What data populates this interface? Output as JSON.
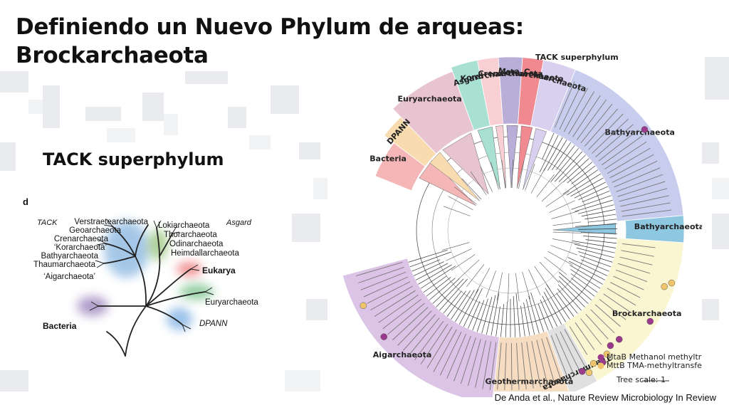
{
  "slide": {
    "title_line1": "Definiendo un Nuevo Phylum de arqueas:",
    "title_line2": "Brockarchaeota",
    "subtitle": "TACK superphylum",
    "citation": "De Anda et al., Nature Review Microbiology In Review"
  },
  "tree_panel": {
    "panel_letter": "d",
    "group_tack": "TACK",
    "group_asgard": "Asgard",
    "tack_taxa": [
      "Verstraetearchaeota",
      "Geoarchaeota",
      "Crenarchaeota",
      "‘Korarchaeota’",
      "Bathyarchaeota",
      "Thaumarchaeota",
      "‘Aigarchaeota’"
    ],
    "asgard_taxa": [
      "Lokiarchaeota",
      "Thorarchaeota",
      "Odinarchaeota",
      "Heimdallarchaeota"
    ],
    "eukarya": "Eukarya",
    "euryarchaeota": "Euryarchaeota",
    "dpann": "DPANN",
    "bacteria": "Bacteria",
    "colors": {
      "tack": "#5b9bd5",
      "asgard": "#70ad47",
      "eukarya": "#e84a4a",
      "eury": "#3aa655",
      "dpann": "#4a90d9",
      "bacteria": "#7b5ea7"
    }
  },
  "circular_tree": {
    "tack_label": "TACK superphylum",
    "clades": [
      {
        "name": "Bacteria",
        "color": "#f4b6b6"
      },
      {
        "name": "DPANN",
        "color": "#f8dcb0"
      },
      {
        "name": "Euryarchaeota",
        "color": "#e8c4d0"
      },
      {
        "name": "Asgard",
        "color": "#a8e0d2"
      },
      {
        "name": "Korarchaeota",
        "color": "#f8d0d4"
      },
      {
        "name": "Crenarchaeota",
        "color": "#b8aed8"
      },
      {
        "name": "Marsarchaeota",
        "color": "#f08a90"
      },
      {
        "name": "Crenarchaeota",
        "color": "#d8d0ee"
      },
      {
        "name": "Bathyarchaeota",
        "color": "#c8cdee"
      },
      {
        "name": "Bathyarchaeota",
        "color": "#8ec8e0"
      },
      {
        "name": "Brockarchaeota",
        "color": "#fbf6d2"
      },
      {
        "name": "Thaumarchaeota",
        "color": "#e0e0e0"
      },
      {
        "name": "Geothermarchaeota",
        "color": "#f6dcc0"
      },
      {
        "name": "Aigarchaeota",
        "color": "#dcc4e6"
      }
    ],
    "legend": [
      {
        "label": "MtaB Methanol methyltransferase",
        "color": "#9b3a8c"
      },
      {
        "label": "MttB TMA-methyltransferase",
        "color": "#f0c46a"
      }
    ],
    "tree_scale": "Tree scale: 1"
  }
}
